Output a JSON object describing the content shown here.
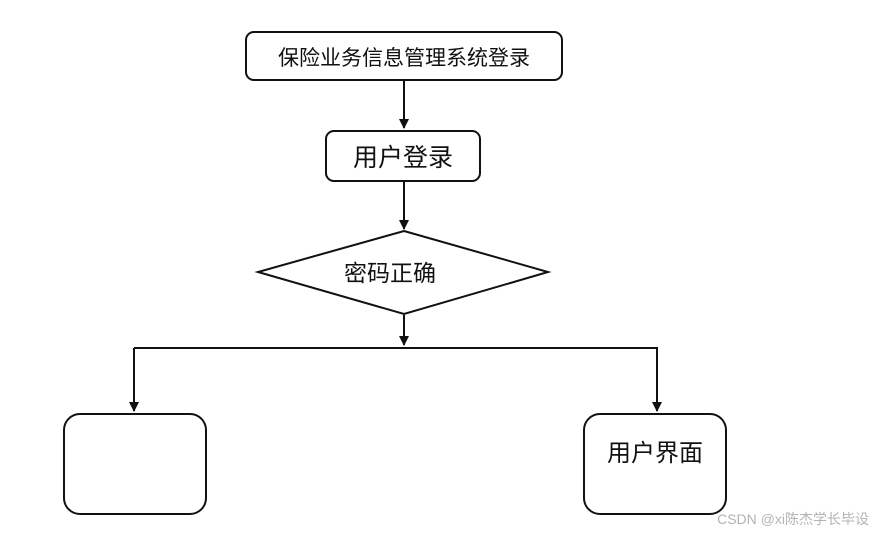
{
  "nodes": {
    "system_login": "保险业务信息管理系统登录",
    "user_login": "用户登录",
    "password_check": "密码正确",
    "left_box": "",
    "user_interface": "用户界面"
  },
  "watermark": "CSDN @xi陈杰学长毕设",
  "colors": {
    "stroke": "#111111",
    "background": "#ffffff",
    "watermark": "#b3b3b3"
  }
}
